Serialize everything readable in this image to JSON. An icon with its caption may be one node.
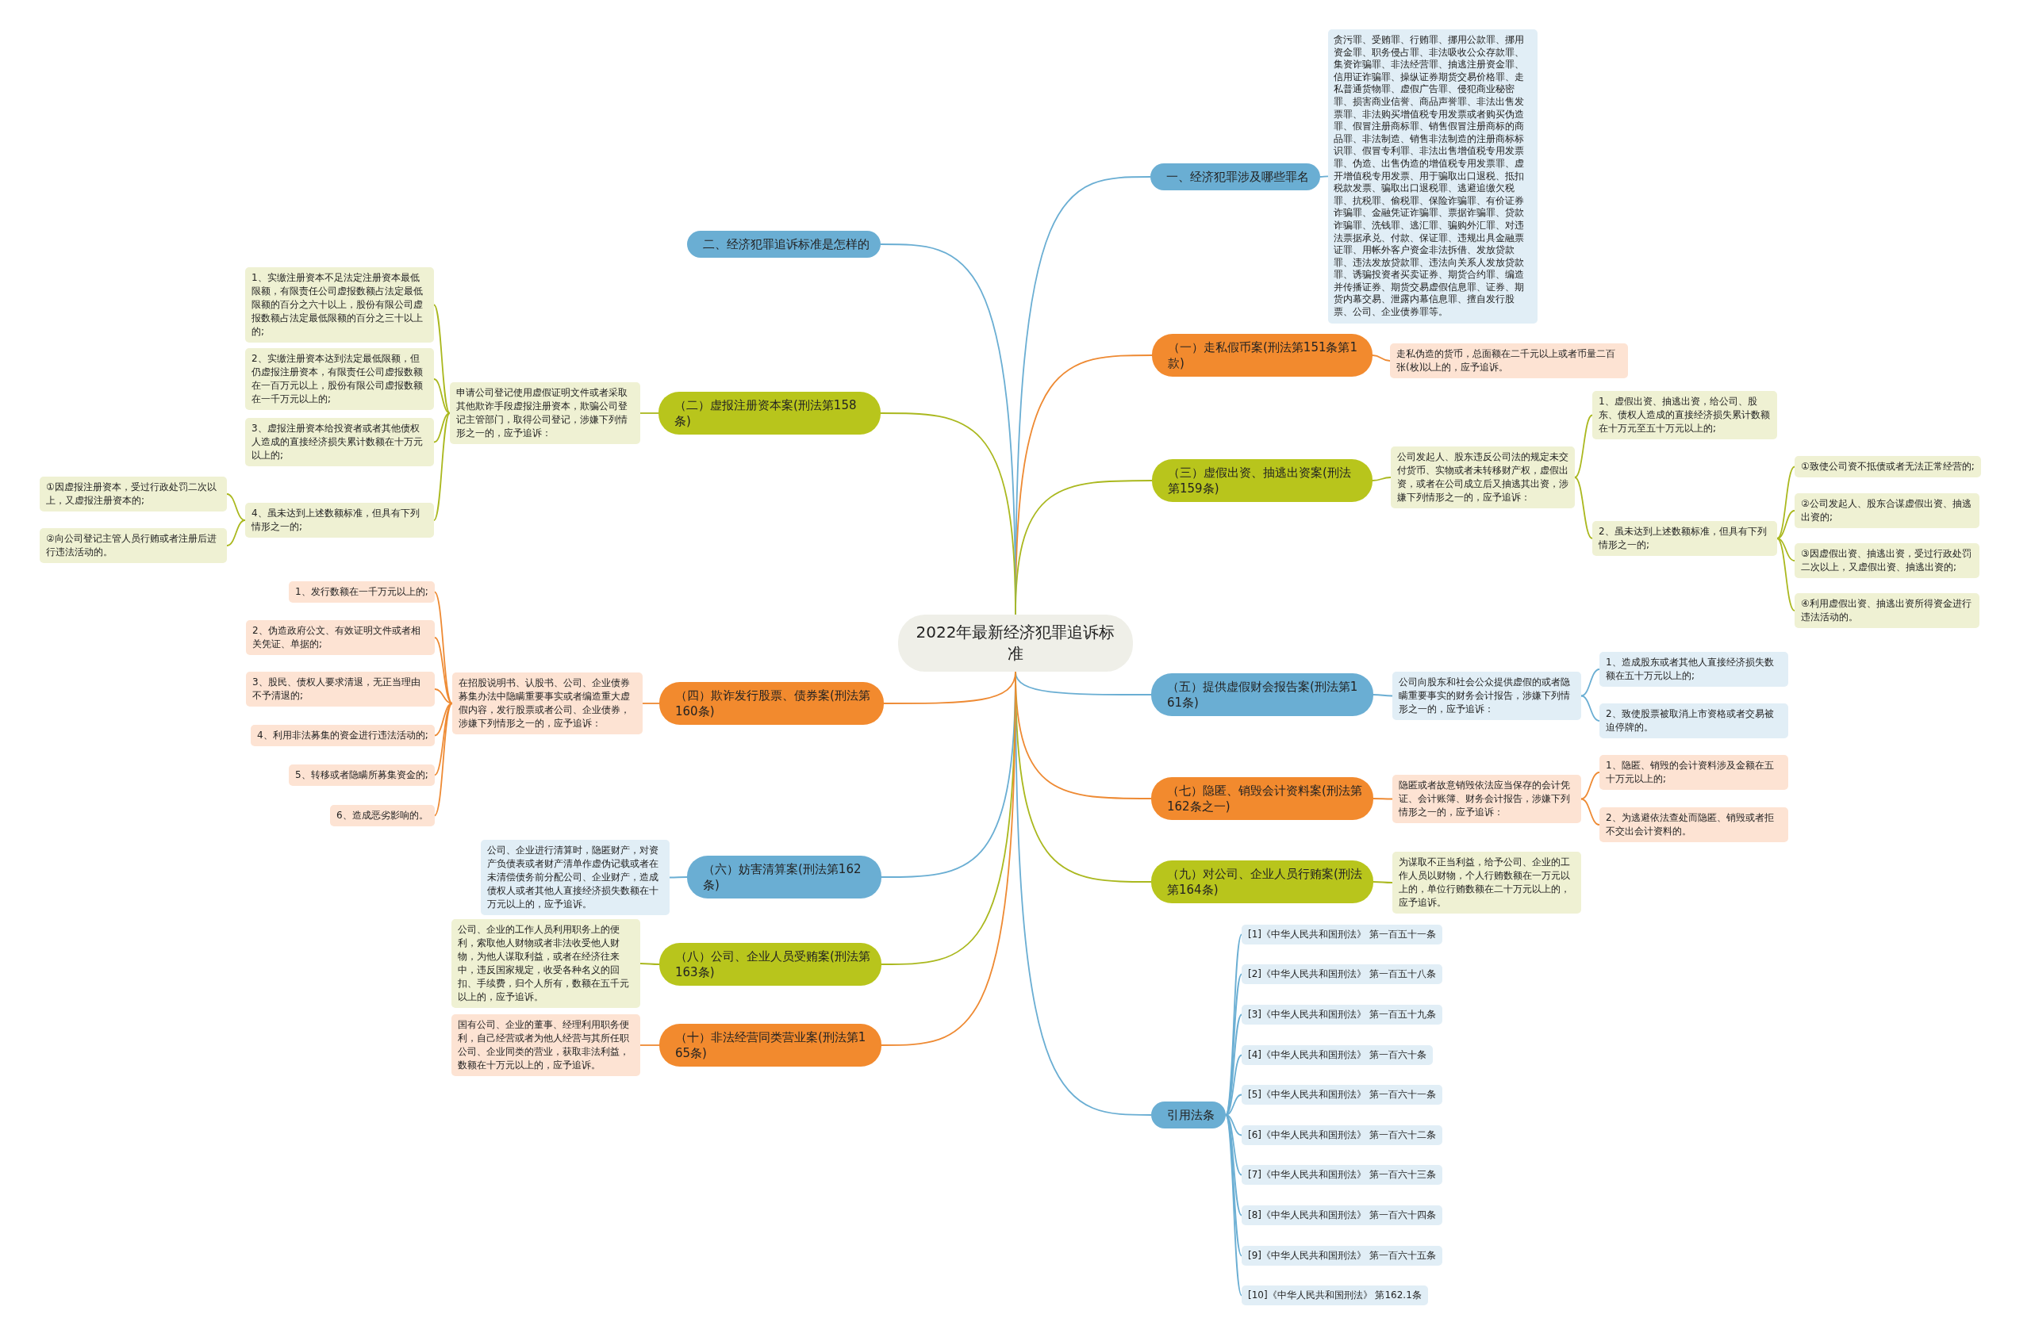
{
  "diagram": {
    "nodes": [
      {
        "text": [
          "2022年最新经济犯罪追诉标准"
        ]
      },
      {
        "text": [
          "一、经济犯罪涉及哪些罪名"
        ]
      },
      {
        "text": [
          "贪污罪、受贿罪、行贿罪、挪用公款罪、挪用资金罪、职务侵占罪、非法吸收公众存款罪、集资诈骗罪、非法经营罪、抽逃注册资金罪、信用证诈骗罪、操纵证券期货交易价格罪、走私普通货物罪、虚假广告罪、侵犯商业秘密罪、损害商业信誉、商品声誉罪、非法出售发票罪、非法购买增值税专用发票或者购买伪造罪、假冒注册商标罪、销售假冒注册商标的商品罪、非法制造、销售非法制造的注册商标标识罪、假冒专利罪、非法出售增值税专用发票罪、伪造、出售伪造的增值税专用发票罪、虚开增值税专用发票、用于骗取出口退税、抵扣税款发票、骗取出口退税罪、逃避追缴欠税罪、抗税罪、偷税罪、保险诈骗罪、有价证券诈骗罪、金融凭证诈骗罪、票据诈骗罪、贷款诈骗罪、洗钱罪、逃汇罪、骗购外汇罪、对违法票据承兑、付款、保证罪、违规出具金融票证罪、用帐外客户资金非法拆借、发放贷款罪、违法发放贷款罪、违法向关系人发放贷款罪、诱骗投资者买卖证券、期货合约罪、编造并传播证券、期货交易虚假信息罪、证券、期货内幕交易、泄露内幕信息罪、擅自发行股票、公司、企业债券罪等。"
        ]
      },
      {
        "text": [
          "（一）走私假币案(刑法第151条第1款)"
        ]
      },
      {
        "text": [
          "走私伪造的货币，总面额在二千元以上或者币量二百张(枚)以上的，应予追诉。"
        ]
      },
      {
        "text": [
          "（三）虚假出资、抽逃出资案(刑法第159条)"
        ]
      },
      {
        "text": [
          "公司发起人、股东违反公司法的规定未交付货币、实物或者未转移财产权，虚假出资，或者在公司成立后又抽逃其出资，涉嫌下列情形之一的，应予追诉："
        ]
      },
      {
        "text": [
          "1、虚假出资、抽逃出资，给公司、股东、债权人造成的直接经济损失累计数额在十万元至五十万元以上的;"
        ]
      },
      {
        "text": [
          "2、虽未达到上述数额标准，但具有下列情形之一的;"
        ]
      },
      {
        "text": [
          "①致使公司资不抵债或者无法正常经营的;"
        ]
      },
      {
        "text": [
          "②公司发起人、股东合谋虚假出资、抽逃出资的;"
        ]
      },
      {
        "text": [
          "③因虚假出资、抽逃出资，受过行政处罚二次以上，又虚假出资、抽逃出资的;"
        ]
      },
      {
        "text": [
          "④利用虚假出资、抽逃出资所得资金进行违法活动的。"
        ]
      },
      {
        "text": [
          "（五）提供虚假财会报告案(刑法第161条)"
        ]
      },
      {
        "text": [
          "公司向股东和社会公众提供虚假的或者隐瞒重要事实的财务会计报告，涉嫌下列情形之一的，应予追诉："
        ]
      },
      {
        "text": [
          "1、造成股东或者其他人直接经济损失数额在五十万元以上的;"
        ]
      },
      {
        "text": [
          "2、致使股票被取消上市资格或者交易被迫停牌的。"
        ]
      },
      {
        "text": [
          "（七）隐匿、销毁会计资料案(刑法第162条之一)"
        ]
      },
      {
        "text": [
          "隐匿或者故意销毁依法应当保存的会计凭证、会计账簿、财务会计报告，涉嫌下列情形之一的，应予追诉："
        ]
      },
      {
        "text": [
          "1、隐匿、销毁的会计资料涉及金额在五十万元以上的;"
        ]
      },
      {
        "text": [
          "2、为逃避依法查处而隐匿、销毁或者拒不交出会计资料的。"
        ]
      },
      {
        "text": [
          "（九）对公司、企业人员行贿案(刑法第164条)"
        ]
      },
      {
        "text": [
          "为谋取不正当利益，给予公司、企业的工作人员以财物，个人行贿数额在一万元以上的，单位行贿数额在二十万元以上的，应予追诉。"
        ]
      },
      {
        "text": [
          "引用法条"
        ]
      },
      {
        "text": [
          "[1]《中华人民共和国刑法》 第一百五十一条"
        ]
      },
      {
        "text": [
          "[2]《中华人民共和国刑法》 第一百五十八条"
        ]
      },
      {
        "text": [
          "[3]《中华人民共和国刑法》 第一百五十九条"
        ]
      },
      {
        "text": [
          "[4]《中华人民共和国刑法》 第一百六十条"
        ]
      },
      {
        "text": [
          "[5]《中华人民共和国刑法》 第一百六十一条"
        ]
      },
      {
        "text": [
          "[6]《中华人民共和国刑法》 第一百六十二条"
        ]
      },
      {
        "text": [
          "[7]《中华人民共和国刑法》 第一百六十三条"
        ]
      },
      {
        "text": [
          "[8]《中华人民共和国刑法》 第一百六十四条"
        ]
      },
      {
        "text": [
          "[9]《中华人民共和国刑法》 第一百六十五条"
        ]
      },
      {
        "text": [
          "[10]《中华人民共和国刑法》 第162.1条"
        ]
      },
      {
        "text": [
          "二、经济犯罪追诉标准是怎样的"
        ]
      },
      {
        "text": [
          "（二）虚报注册资本案(刑法第158条)"
        ]
      },
      {
        "text": [
          "申请公司登记使用虚假证明文件或者采取其他欺诈手段虚报注册资本，欺骗公司登记主管部门，取得公司登记，涉嫌下列情形之一的，应予追诉："
        ]
      },
      {
        "text": [
          "1、实缴注册资本不足法定注册资本最低限额，有限责任公司虚报数额占法定最低限额的百分之六十以上，股份有限公司虚报数额占法定最低限额的百分之三十以上的;"
        ]
      },
      {
        "text": [
          "2、实缴注册资本达到法定最低限额，但仍虚报注册资本，有限责任公司虚报数额在一百万元以上，股份有限公司虚报数额在一千万元以上的;"
        ]
      },
      {
        "text": [
          "3、虚报注册资本给投资者或者其他债权人造成的直接经济损失累计数额在十万元以上的;"
        ]
      },
      {
        "text": [
          "4、虽未达到上述数额标准，但具有下列情形之一的;"
        ]
      },
      {
        "text": [
          "①因虚报注册资本，受过行政处罚二次以上，又虚报注册资本的;"
        ]
      },
      {
        "text": [
          "②向公司登记主管人员行贿或者注册后进行违法活动的。"
        ]
      },
      {
        "text": [
          "（四）欺诈发行股票、债券案(刑法第160条)"
        ]
      },
      {
        "text": [
          "在招股说明书、认股书、公司、企业债券募集办法中隐瞒重要事实或者编造重大虚假内容，发行股票或者公司、企业债券，涉嫌下列情形之一的，应予追诉："
        ]
      },
      {
        "text": [
          "1、发行数额在一千万元以上的;"
        ]
      },
      {
        "text": [
          "2、伪造政府公文、有效证明文件或者相关凭证、单据的;"
        ]
      },
      {
        "text": [
          "3、股民、债权人要求清退，无正当理由不予清退的;"
        ]
      },
      {
        "text": [
          "4、利用非法募集的资金进行违法活动的;"
        ]
      },
      {
        "text": [
          "5、转移或者隐瞒所募集资金的;"
        ]
      },
      {
        "text": [
          "6、造成恶劣影响的。"
        ]
      },
      {
        "text": [
          "（六）妨害清算案(刑法第162条)"
        ]
      },
      {
        "text": [
          "公司、企业进行清算时，隐匿财产，对资产负债表或者财产清单作虚伪记载或者在未清偿债务前分配公司、企业财产，造成债权人或者其他人直接经济损失数额在十万元以上的，应予追诉。"
        ]
      },
      {
        "text": [
          "（八）公司、企业人员受贿案(刑法第163条)"
        ]
      },
      {
        "text": [
          "公司、企业的工作人员利用职务上的便利，索取他人财物或者非法收受他人财物，为他人谋取利益，或者在经济往来中，违反国家规定，收受各种名义的回扣、手续费，归个人所有，数额在五千元以上的，应予追诉。"
        ]
      },
      {
        "text": [
          "（十）非法经营同类营业案(刑法第165条)"
        ]
      },
      {
        "text": [
          "国有公司、企业的董事、经理利用职务便利，自己经营或者为他人经营与其所任职公司、企业同类的营业，获取非法利益，数额在十万元以上的，应予追诉。"
        ]
      }
    ],
    "edges": [
      {
        "from": 0,
        "to": 1,
        "arrow": "none",
        "color": "#6aaed3"
      },
      {
        "from": 1,
        "to": 2,
        "arrow": "none",
        "color": "#6aaed3"
      },
      {
        "from": 0,
        "to": 3,
        "arrow": "none",
        "color": "#ee8a33"
      },
      {
        "from": 3,
        "to": 4,
        "arrow": "none",
        "color": "#ee8a33"
      },
      {
        "from": 0,
        "to": 5,
        "arrow": "none",
        "color": "#aab81e"
      },
      {
        "from": 5,
        "to": 6,
        "arrow": "none",
        "color": "#aab81e"
      },
      {
        "from": 6,
        "to": 7,
        "arrow": "none",
        "color": "#aab81e"
      },
      {
        "from": 6,
        "to": 8,
        "arrow": "none",
        "color": "#aab81e"
      },
      {
        "from": 8,
        "to": 9,
        "arrow": "none",
        "color": "#aab81e"
      },
      {
        "from": 8,
        "to": 10,
        "arrow": "none",
        "color": "#aab81e"
      },
      {
        "from": 8,
        "to": 11,
        "arrow": "none",
        "color": "#aab81e"
      },
      {
        "from": 8,
        "to": 12,
        "arrow": "none",
        "color": "#aab81e"
      },
      {
        "from": 0,
        "to": 13,
        "arrow": "none",
        "color": "#6aaed3"
      },
      {
        "from": 13,
        "to": 14,
        "arrow": "none",
        "color": "#6aaed3"
      },
      {
        "from": 14,
        "to": 15,
        "arrow": "none",
        "color": "#6aaed3"
      },
      {
        "from": 14,
        "to": 16,
        "arrow": "none",
        "color": "#6aaed3"
      },
      {
        "from": 0,
        "to": 17,
        "arrow": "none",
        "color": "#ee8a33"
      },
      {
        "from": 17,
        "to": 18,
        "arrow": "none",
        "color": "#ee8a33"
      },
      {
        "from": 18,
        "to": 19,
        "arrow": "none",
        "color": "#ee8a33"
      },
      {
        "from": 18,
        "to": 20,
        "arrow": "none",
        "color": "#ee8a33"
      },
      {
        "from": 0,
        "to": 21,
        "arrow": "none",
        "color": "#aab81e"
      },
      {
        "from": 21,
        "to": 22,
        "arrow": "none",
        "color": "#aab81e"
      },
      {
        "from": 0,
        "to": 23,
        "arrow": "none",
        "color": "#6aaed3"
      },
      {
        "from": 23,
        "to": 24,
        "arrow": "none",
        "color": "#6aaed3"
      },
      {
        "from": 23,
        "to": 25,
        "arrow": "none",
        "color": "#6aaed3"
      },
      {
        "from": 23,
        "to": 26,
        "arrow": "none",
        "color": "#6aaed3"
      },
      {
        "from": 23,
        "to": 27,
        "arrow": "none",
        "color": "#6aaed3"
      },
      {
        "from": 23,
        "to": 28,
        "arrow": "none",
        "color": "#6aaed3"
      },
      {
        "from": 23,
        "to": 29,
        "arrow": "none",
        "color": "#6aaed3"
      },
      {
        "from": 23,
        "to": 30,
        "arrow": "none",
        "color": "#6aaed3"
      },
      {
        "from": 23,
        "to": 31,
        "arrow": "none",
        "color": "#6aaed3"
      },
      {
        "from": 23,
        "to": 32,
        "arrow": "none",
        "color": "#6aaed3"
      },
      {
        "from": 23,
        "to": 33,
        "arrow": "none",
        "color": "#6aaed3"
      },
      {
        "from": 0,
        "to": 34,
        "arrow": "none",
        "color": "#6aaed3"
      },
      {
        "from": 0,
        "to": 35,
        "arrow": "none",
        "color": "#aab81e"
      },
      {
        "from": 35,
        "to": 36,
        "arrow": "none",
        "color": "#aab81e"
      },
      {
        "from": 36,
        "to": 37,
        "arrow": "none",
        "color": "#aab81e"
      },
      {
        "from": 36,
        "to": 38,
        "arrow": "none",
        "color": "#aab81e"
      },
      {
        "from": 36,
        "to": 39,
        "arrow": "none",
        "color": "#aab81e"
      },
      {
        "from": 36,
        "to": 40,
        "arrow": "none",
        "color": "#aab81e"
      },
      {
        "from": 40,
        "to": 41,
        "arrow": "none",
        "color": "#aab81e"
      },
      {
        "from": 40,
        "to": 42,
        "arrow": "none",
        "color": "#aab81e"
      },
      {
        "from": 0,
        "to": 43,
        "arrow": "none",
        "color": "#ee8a33"
      },
      {
        "from": 43,
        "to": 44,
        "arrow": "none",
        "color": "#ee8a33"
      },
      {
        "from": 44,
        "to": 45,
        "arrow": "none",
        "color": "#ee8a33"
      },
      {
        "from": 44,
        "to": 46,
        "arrow": "none",
        "color": "#ee8a33"
      },
      {
        "from": 44,
        "to": 47,
        "arrow": "none",
        "color": "#ee8a33"
      },
      {
        "from": 44,
        "to": 48,
        "arrow": "none",
        "color": "#ee8a33"
      },
      {
        "from": 44,
        "to": 49,
        "arrow": "none",
        "color": "#ee8a33"
      },
      {
        "from": 44,
        "to": 50,
        "arrow": "none",
        "color": "#ee8a33"
      },
      {
        "from": 0,
        "to": 51,
        "arrow": "none",
        "color": "#6aaed3"
      },
      {
        "from": 51,
        "to": 52,
        "arrow": "none",
        "color": "#6aaed3"
      },
      {
        "from": 0,
        "to": 53,
        "arrow": "none",
        "color": "#aab81e"
      },
      {
        "from": 53,
        "to": 54,
        "arrow": "none",
        "color": "#aab81e"
      },
      {
        "from": 0,
        "to": 55,
        "arrow": "none",
        "color": "#ee8a33"
      },
      {
        "from": 55,
        "to": 56,
        "arrow": "none",
        "color": "#ee8a33"
      }
    ]
  }
}
